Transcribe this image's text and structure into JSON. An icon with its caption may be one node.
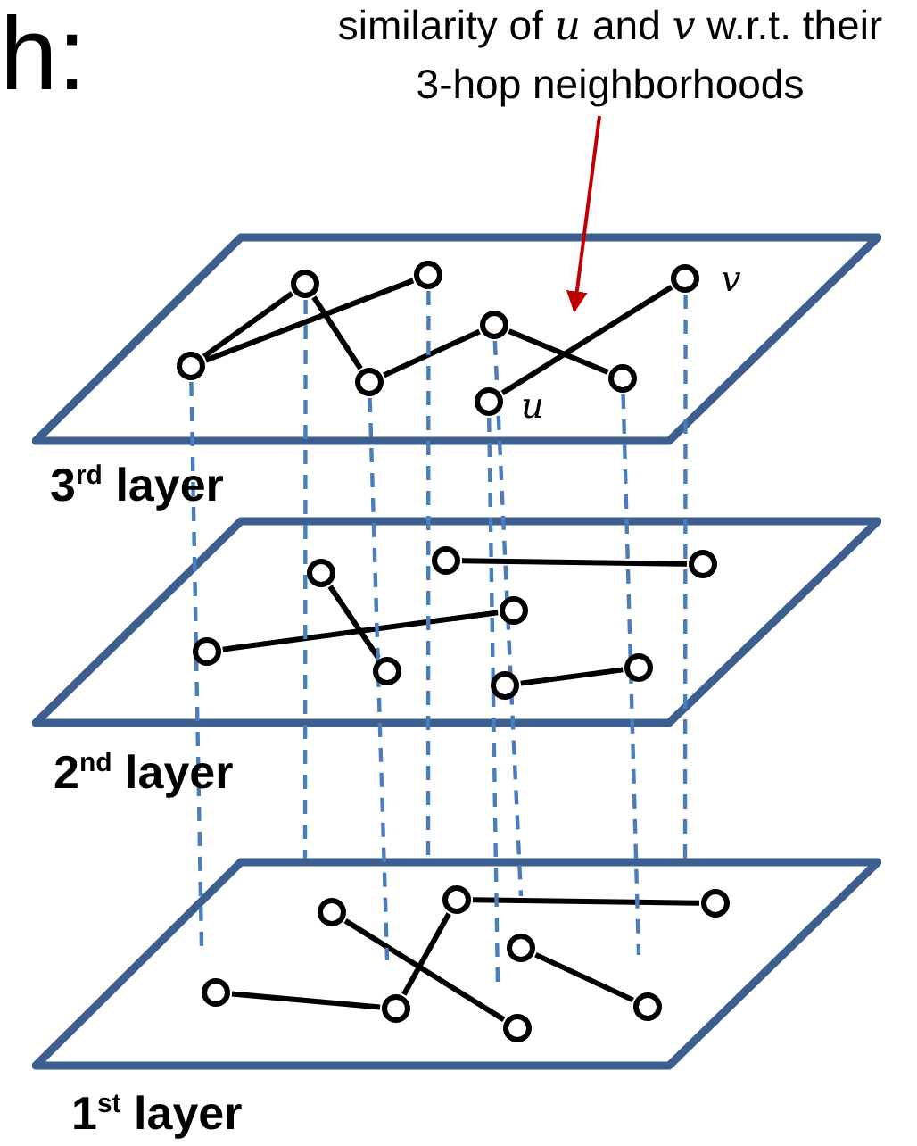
{
  "diagram": {
    "nodes": [
      {
        "text": [
          "similarity of *u* and *v* w.r.t. their 3-hop neighborhoods"
        ]
      },
      {
        "text": [
          "3$^{rd}$ layer"
        ]
      },
      {
        "text": [],
        "shape": "circle",
        "in": 1
      },
      {
        "text": [],
        "shape": "circle",
        "in": 1
      },
      {
        "text": [],
        "shape": "circle",
        "in": 1
      },
      {
        "text": [],
        "shape": "circle",
        "in": 1
      },
      {
        "text": [],
        "shape": "circle",
        "in": 1
      },
      {
        "text": [],
        "shape": "circle",
        "in": 1,
        "beside": [
          "v"
        ]
      },
      {
        "text": [],
        "shape": "circle",
        "in": 1,
        "beside": [
          "u"
        ]
      },
      {
        "text": [],
        "shape": "circle",
        "in": 1
      },
      {
        "text": [
          "2$^{nd}$ layer"
        ]
      },
      {
        "text": [],
        "shape": "circle",
        "in": 10
      },
      {
        "text": [],
        "shape": "circle",
        "in": 10
      },
      {
        "text": [],
        "shape": "circle",
        "in": 10
      },
      {
        "text": [],
        "shape": "circle",
        "in": 10
      },
      {
        "text": [],
        "shape": "circle",
        "in": 10
      },
      {
        "text": [],
        "shape": "circle",
        "in": 10
      },
      {
        "text": [],
        "shape": "circle",
        "in": 10
      },
      {
        "text": [],
        "shape": "circle",
        "in": 10
      },
      {
        "text": [
          "1$^{st}$ layer"
        ]
      },
      {
        "text": [],
        "shape": "circle",
        "in": 19
      },
      {
        "text": [],
        "shape": "circle",
        "in": 19
      },
      {
        "text": [],
        "shape": "circle",
        "in": 19
      },
      {
        "text": [],
        "shape": "circle",
        "in": 19
      },
      {
        "text": [],
        "shape": "circle",
        "in": 19
      },
      {
        "text": [],
        "shape": "circle",
        "in": 19
      },
      {
        "text": [],
        "shape": "circle",
        "in": 19
      },
      {
        "text": [],
        "shape": "circle",
        "in": 19
      }
    ],
    "edges": [
      {
        "from": 0,
        "to": null,
        "arrow": "to",
        "color": "#c00000"
      },
      {
        "from": 2,
        "to": 3,
        "arrow": "none"
      },
      {
        "from": 2,
        "to": 4,
        "arrow": "none"
      },
      {
        "from": 3,
        "to": 5,
        "arrow": "none"
      },
      {
        "from": 5,
        "to": 6,
        "arrow": "none"
      },
      {
        "from": 6,
        "to": 9,
        "arrow": "none"
      },
      {
        "from": 8,
        "to": 7,
        "arrow": "none"
      },
      {
        "from": 12,
        "to": 13,
        "arrow": "none"
      },
      {
        "from": 11,
        "to": 16,
        "arrow": "none"
      },
      {
        "from": 15,
        "to": 14,
        "arrow": "none"
      },
      {
        "from": 17,
        "to": 18,
        "arrow": "none"
      },
      {
        "from": 21,
        "to": 22,
        "arrow": "none"
      },
      {
        "from": 20,
        "to": 26,
        "arrow": "none"
      },
      {
        "from": 24,
        "to": 25,
        "arrow": "none"
      },
      {
        "from": 25,
        "to": 21,
        "arrow": "none"
      },
      {
        "from": 23,
        "to": 27,
        "arrow": "none"
      },
      {
        "from": 2,
        "to": null,
        "arrow": "none",
        "style": "dashed",
        "color": "#4a7ebb"
      },
      {
        "from": 3,
        "to": 19,
        "arrow": "none",
        "style": "dashed",
        "color": "#4a7ebb"
      },
      {
        "from": 5,
        "to": null,
        "arrow": "none",
        "style": "dashed",
        "color": "#4a7ebb"
      },
      {
        "from": 4,
        "to": 19,
        "arrow": "none",
        "style": "dashed",
        "color": "#4a7ebb"
      },
      {
        "from": 8,
        "to": null,
        "arrow": "none",
        "style": "dashed",
        "color": "#4a7ebb"
      },
      {
        "from": 6,
        "to": null,
        "arrow": "none",
        "style": "dashed",
        "color": "#4a7ebb"
      },
      {
        "from": 9,
        "to": null,
        "arrow": "none",
        "style": "dashed",
        "color": "#4a7ebb"
      },
      {
        "from": 7,
        "to": 19,
        "arrow": "none",
        "style": "dashed",
        "color": "#4a7ebb"
      }
    ],
    "labels": [
      "h:"
    ]
  }
}
